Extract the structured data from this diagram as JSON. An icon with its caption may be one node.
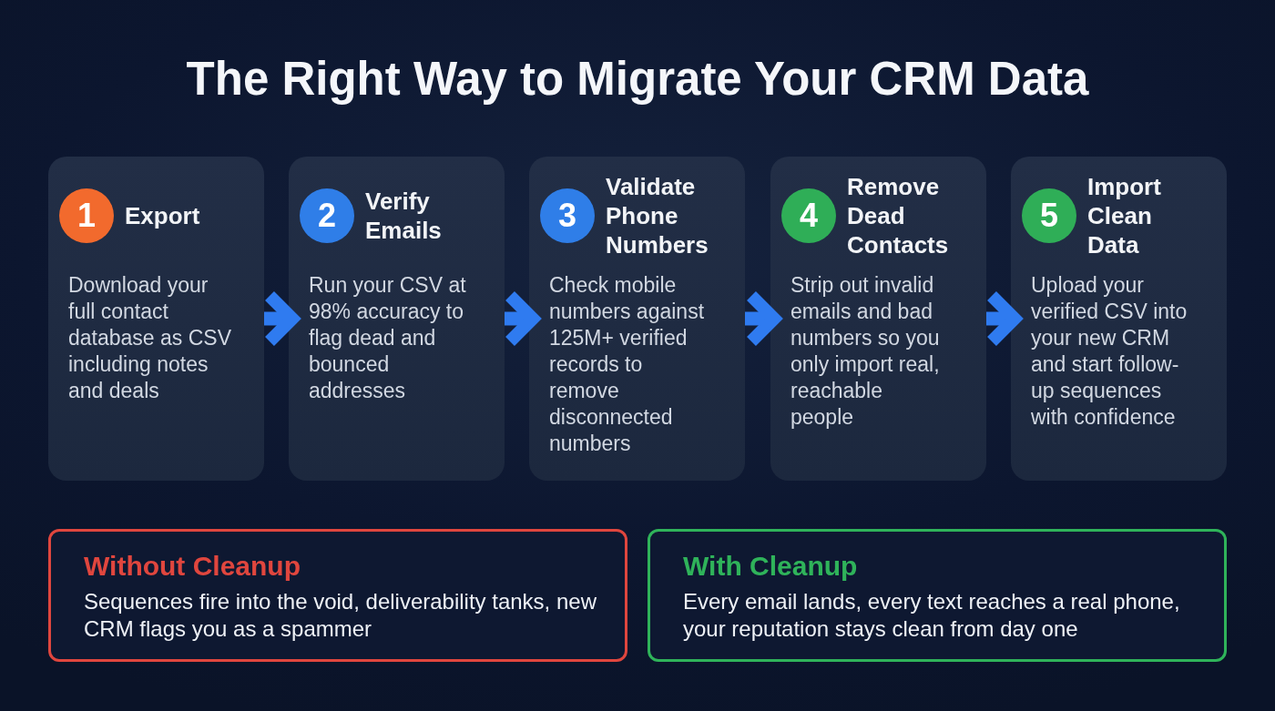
{
  "diagram": {
    "title": "The Right Way to Migrate Your CRM Data",
    "nodes": [
      {
        "text": [
          "Export",
          "Download your full contact database as CSV including notes and deals"
        ]
      },
      {
        "text": [
          "1"
        ],
        "in": 0
      },
      {
        "text": [
          "Verify Emails",
          "Run your CSV at 98% accuracy to flag dead and bounced addresses"
        ]
      },
      {
        "text": [
          "2"
        ],
        "in": 2
      },
      {
        "text": [
          "Validate Phone Numbers",
          "Check mobile numbers against 125M+ verified records to remove disconnected numbers"
        ]
      },
      {
        "text": [
          "3"
        ],
        "in": 4
      },
      {
        "text": [
          "Remove Dead Contacts",
          "Strip out invalid emails and bad numbers so you only import real, reachable people"
        ]
      },
      {
        "text": [
          "4"
        ],
        "in": 6
      },
      {
        "text": [
          "Import Clean Data",
          "Upload your verified CSV into your new CRM and start follow-up sequences with confidence"
        ]
      },
      {
        "text": [
          "5"
        ],
        "in": 8
      },
      {
        "text": [
          "Without Cleanup",
          "Sequences fire into the void, deliverability tanks, new CRM flags you as a spammer"
        ]
      },
      {
        "text": [
          "With Cleanup",
          "Every email lands, every text reaches a real phone, your reputation stays clean from day one"
        ]
      }
    ],
    "edges": [
      {
        "from": 0,
        "to": 2,
        "arrow": "to"
      },
      {
        "from": 2,
        "to": 4,
        "arrow": "to"
      },
      {
        "from": 4,
        "to": 6,
        "arrow": "to"
      },
      {
        "from": 6,
        "to": 8,
        "arrow": "to"
      }
    ]
  }
}
